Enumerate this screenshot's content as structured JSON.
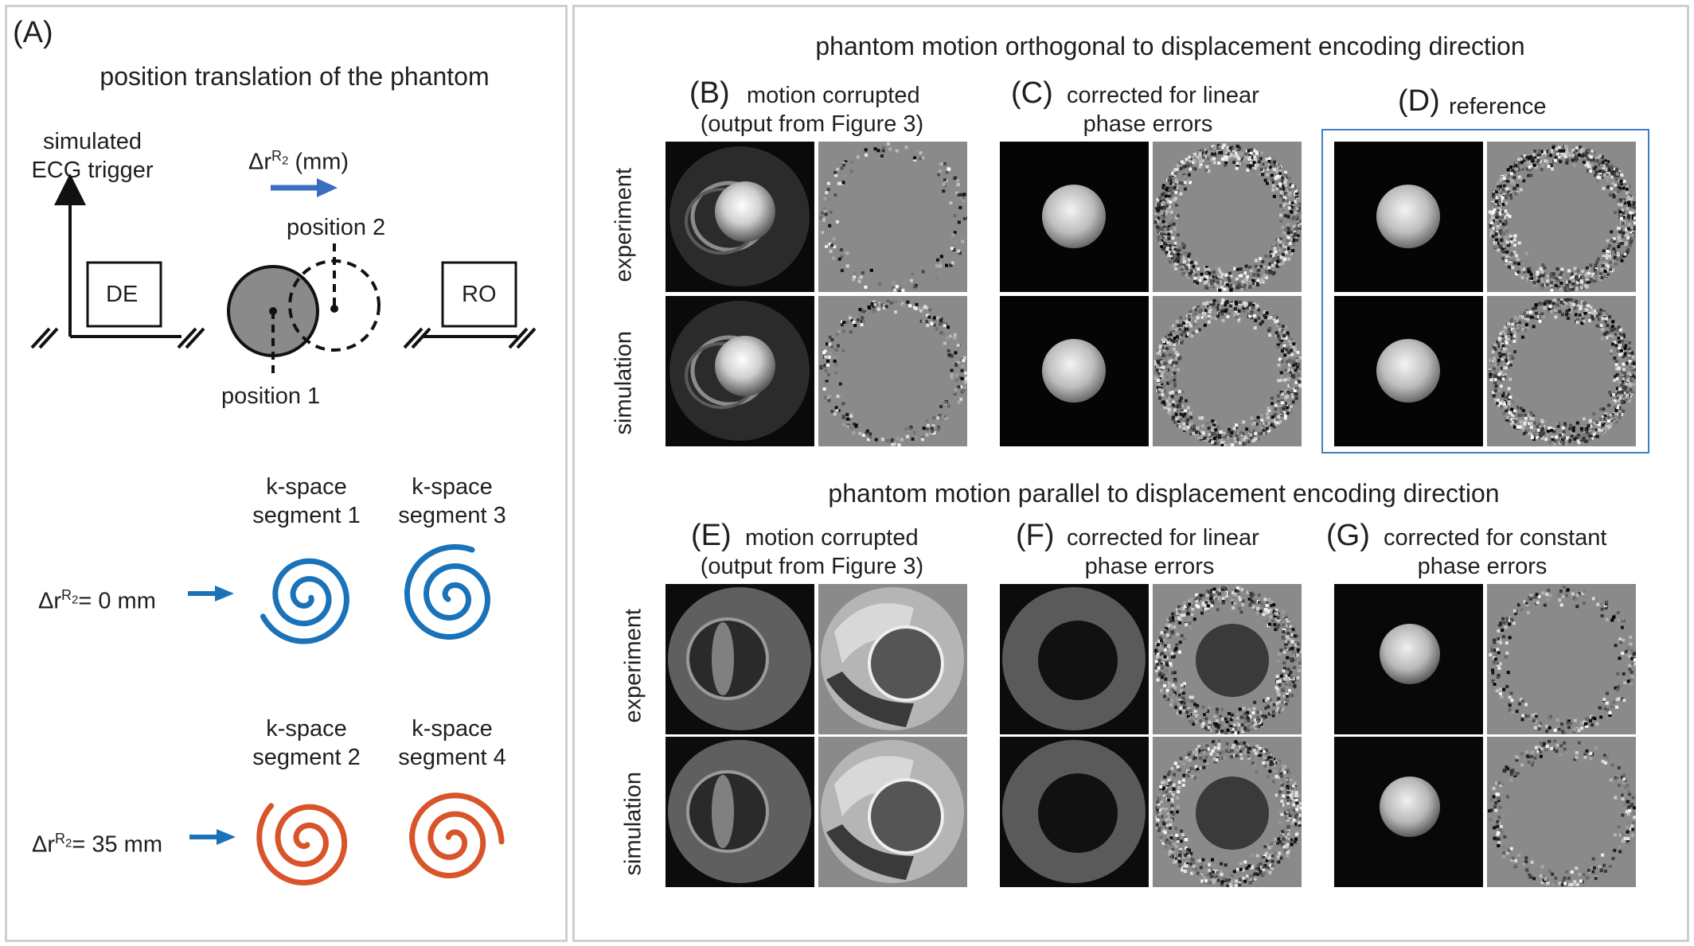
{
  "panel_a": {
    "label": "(A)",
    "title": "position translation of the phantom",
    "ecg_label_1": "simulated",
    "ecg_label_2": "ECG trigger",
    "delta_label": "Δr",
    "delta_sup": "R",
    "delta_sub": "2",
    "delta_unit": "(mm)",
    "de_box": "DE",
    "ro_box": "RO",
    "position_1": "position 1",
    "position_2": "position 2",
    "seg1_line1": "k-space",
    "seg1_line2": "segment 1",
    "seg3_line1": "k-space",
    "seg3_line2": "segment 3",
    "seg2_line1": "k-space",
    "seg2_line2": "segment 2",
    "seg4_line1": "k-space",
    "seg4_line2": "segment 4",
    "delta0_prefix": "Δr",
    "delta0_sup": "R",
    "delta0_sub": "2",
    "delta0_value": "= 0 mm",
    "delta35_prefix": "Δr",
    "delta35_sup": "R",
    "delta35_sub": "2",
    "delta35_value": "= 35 mm",
    "colors": {
      "blue_spiral": "#1a72b8",
      "orange_spiral": "#d9542a",
      "arrow": "#3a6fc0"
    }
  },
  "top_section": {
    "title": "phantom motion orthogonal to displacement encoding direction",
    "b_letter": "(B)",
    "b_line1": "motion corrupted",
    "b_line2": "(output from Figure 3)",
    "c_letter": "(C)",
    "c_line1": "corrected for linear",
    "c_line2": "phase errors",
    "d_letter": "(D)",
    "d_line1": "reference",
    "row_experiment": "experiment",
    "row_simulation": "simulation"
  },
  "bottom_section": {
    "title": "phantom motion parallel to displacement encoding direction",
    "e_letter": "(E)",
    "e_line1": "motion corrupted",
    "e_line2": "(output from Figure 3)",
    "f_letter": "(F)",
    "f_line1": "corrected for linear",
    "f_line2": "phase errors",
    "g_letter": "(G)",
    "g_line1": "corrected for constant",
    "g_line2": "phase errors",
    "row_experiment": "experiment",
    "row_simulation": "simulation"
  },
  "colors": {
    "reference_box": "#3d7fc2",
    "panel_border": "#cfcfcf"
  }
}
